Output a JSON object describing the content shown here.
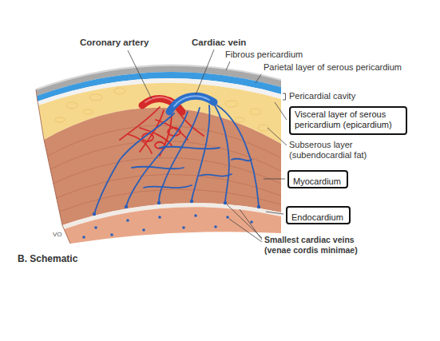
{
  "diagram": {
    "caption": "B. Schematic",
    "nodes": [
      {
        "text": [
          "Visceral layer of serous pericardium (epicardium)"
        ]
      },
      {
        "text": [
          "Myocardium"
        ]
      },
      {
        "text": [
          "Endocardium"
        ]
      }
    ],
    "labels": [
      "Coronary artery",
      "Cardiac vein",
      "Fibrous pericardium",
      "Parietal layer of serous pericardium",
      "Pericardial cavity",
      "Subserous layer (subendocardial fat)",
      "Smallest cardiac veins (venae cordis minimae)",
      "VO"
    ]
  }
}
